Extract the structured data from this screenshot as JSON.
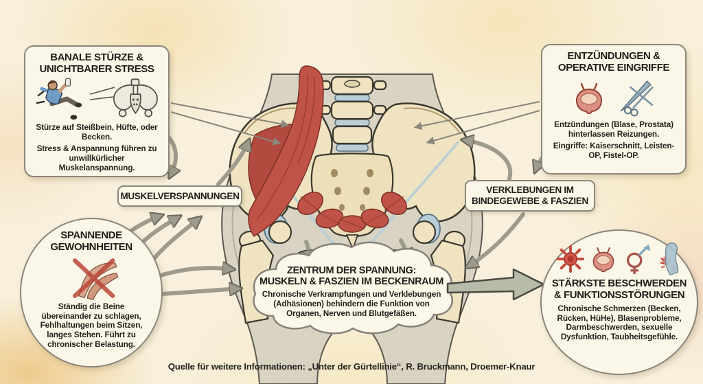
{
  "colors": {
    "background": "#f8f0dc",
    "panel_bg": "#faf6e8",
    "panel_border": "#8a867b",
    "text": "#201f1a",
    "arrow_gray": "#9e9b8d",
    "arrow_outline": "#6c695d",
    "big_arrow_fill": "#b6bca8",
    "muscle_red": "#bf5348",
    "bone": "#efe3c1",
    "silhouette": "#d8d2c2",
    "cartilage_blue": "#b7cdd8"
  },
  "center_illustration": "pelvis-anatomy-illustration",
  "top_left_box": {
    "title": "BANALE STÜRZE & UNICHTBARER STRESS",
    "icons": [
      "falling-person-icon",
      "pelvis-bone-icon"
    ],
    "paragraph_1": "Stürze auf Steißbein, Hüfte, oder Becken.",
    "paragraph_2": "Stress & Anspannung führen zu unwillkürlicher Muskelanspannung."
  },
  "top_right_box": {
    "title": "ENTZÜNDUNGEN & OPERATIVE EINGRIFFE",
    "icons": [
      "bladder-icon",
      "surgical-instruments-icon"
    ],
    "paragraph_1": "Entzündungen (Blase, Prostata) hinterlassen Reizungen.",
    "paragraph_2_label": "Eingriffe:",
    "paragraph_2_text": " Kaiserschnitt, Leisten-OP, Fistel-OP."
  },
  "label_muscle_tension": {
    "text": "MUSKELVERSPANNUNGEN"
  },
  "label_adhesions": {
    "line1": "VERKLEBUNGEN IM",
    "line2": "BINDEGEWEBE & FASZIEN"
  },
  "bottom_left_circle": {
    "title": "SPANNENDE GEWOHNHEITEN",
    "icon": "crossed-legs-icon",
    "paragraph": "Ständig die Beine übereinander zu schlagen, Fehlhaltungen beim Sitzen, langes Stehen. Führt zu chronischer Belastung."
  },
  "center_bubble": {
    "title_line1": "ZENTRUM DER SPANNUNG:",
    "title_line2": "MUSKELN & FASZIEN IM BECKENRAUM",
    "paragraph": "Chronische Verkrampfungen und Verklebungen (Adhäsionen) behindern die Funktion von Organen, Nerven und Blutgefäßen."
  },
  "bottom_right_circle": {
    "title_line1": "STÄRKSTE BESCHWERDEN",
    "title_line2": "& FUNKTIONSSTÖRUNGEN",
    "icons": [
      "pain-burst-icon",
      "bladder-icon",
      "gender-symbols-icon",
      "back-pain-icon"
    ],
    "paragraph": "Chronische Schmerzen (Becken, Rücken, HüHe), Blasenprobleme, Darmbeschwerden, sexuelle Dysfunktion, Taubheitsgefühle."
  },
  "source_line": "Quelle für weitere Informationen: „Unter der Gürtellinie“, R. Bruckmann, Droemer-Knaur"
}
